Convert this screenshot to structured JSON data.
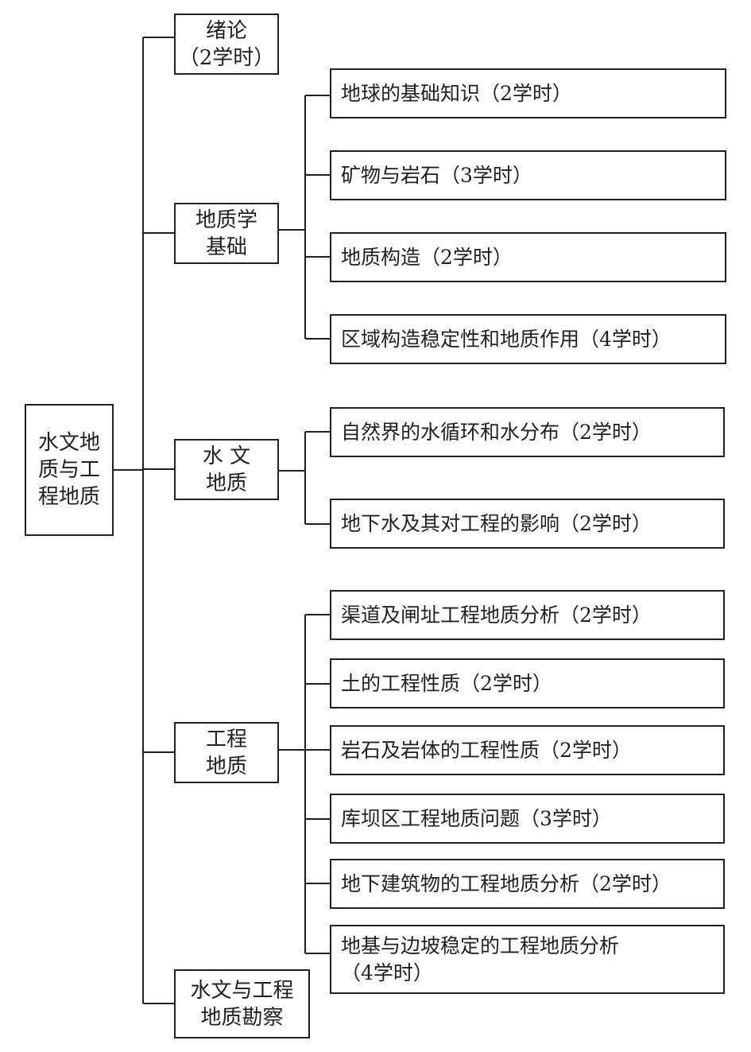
{
  "root": {
    "lines": [
      "水文地",
      "质与工",
      "程地质"
    ]
  },
  "sections": [
    {
      "id": "intro",
      "lines": [
        "绪论",
        "（2学时）"
      ],
      "topics": []
    },
    {
      "id": "geology-basics",
      "lines": [
        "地质学",
        "基础"
      ],
      "topics": [
        "地球的基础知识（2学时）",
        "矿物与岩石（3学时）",
        "地质构造（2学时）",
        "区域构造稳定性和地质作用（4学时）"
      ]
    },
    {
      "id": "hydrogeology",
      "lines": [
        "水 文",
        "地质"
      ],
      "topics": [
        "自然界的水循环和水分布（2学时）",
        "地下水及其对工程的影响（2学时）"
      ]
    },
    {
      "id": "engineering-geology",
      "lines": [
        "工程",
        "地质"
      ],
      "topics": [
        "渠道及闸址工程地质分析（2学时）",
        "土的工程性质（2学时）",
        "岩石及岩体的工程性质（2学时）",
        "库坝区工程地质问题（3学时）",
        "地下建筑物的工程地质分析（2学时）",
        "地基与边坡稳定的工程地质分析\n（4学时）"
      ]
    },
    {
      "id": "survey",
      "lines": [
        "水文与工程",
        "地质勘察"
      ],
      "topics": []
    }
  ]
}
